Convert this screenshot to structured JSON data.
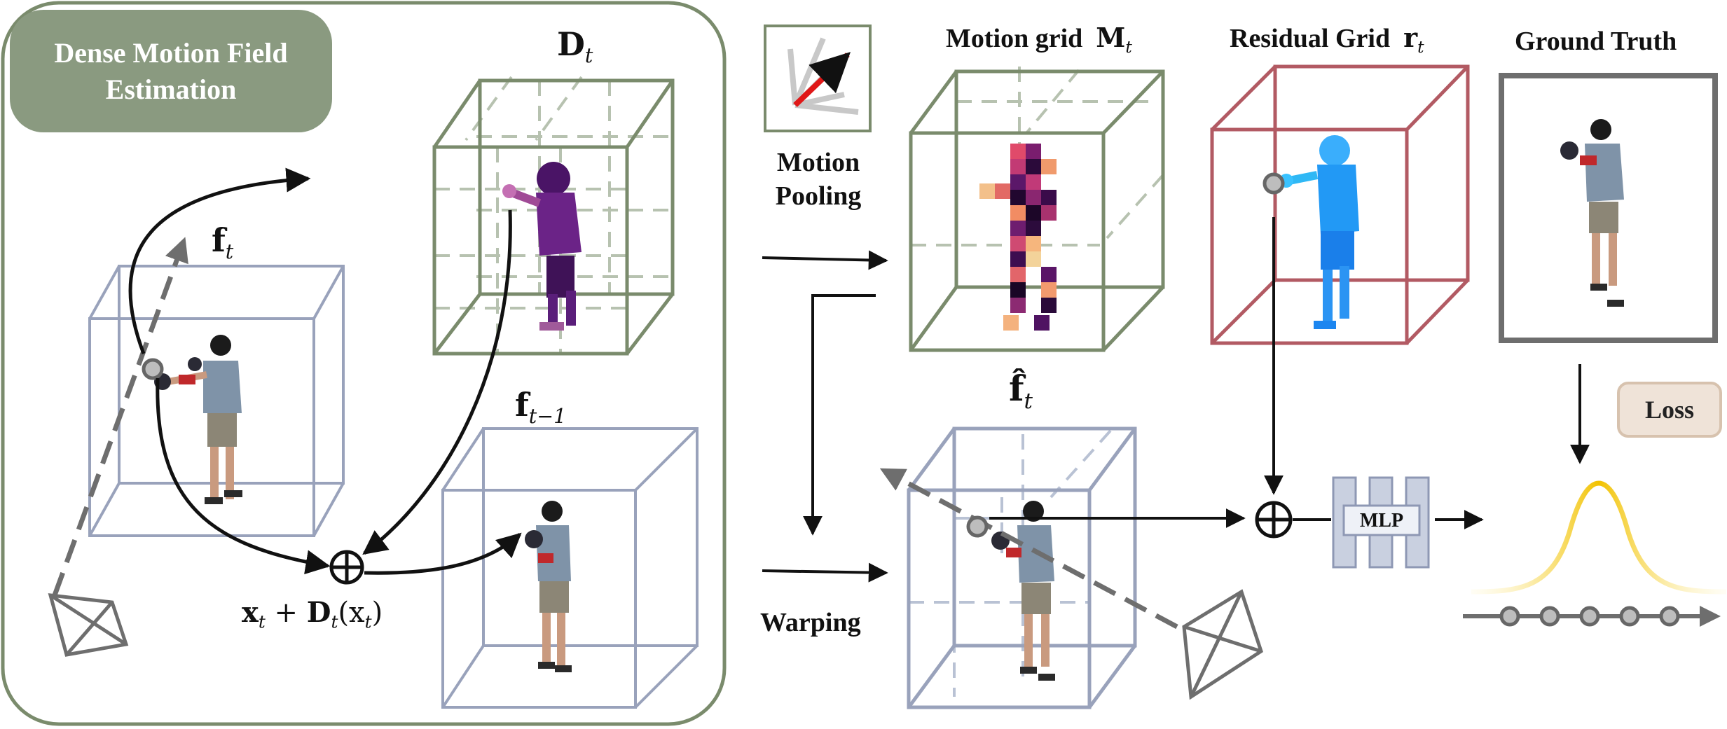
{
  "panel": {
    "title_line1": "Dense Motion Field",
    "title_line2": "Estimation"
  },
  "labels": {
    "ft_bold": "f",
    "ft_sub": "t",
    "Dt_bold": "D",
    "Dt_sub": "t",
    "ft1_bold": "f",
    "ft1_sub": "t−1",
    "warp_eq_x": "x",
    "warp_eq_plus": " + ",
    "warp_eq_D": "D",
    "warp_eq_arg": "(x",
    "warp_eq_close": ")",
    "sub_t": "t",
    "motion_pooling_1": "Motion",
    "motion_pooling_2": "Pooling",
    "motion_grid": "Motion grid",
    "motion_grid_sym": "M",
    "residual_grid": "Residual Grid",
    "residual_grid_sym": "r",
    "ground_truth": "Ground Truth",
    "fhat_bold": "f̂",
    "fhat_sub": "t",
    "warping": "Warping",
    "mlp": "MLP",
    "loss": "Loss"
  },
  "colors": {
    "panel_border": "#7a8b6c",
    "panel_pill": "#8a9a80",
    "cube_blue": "#99a2bb",
    "cube_green": "#7a8b6c",
    "cube_red": "#b25a63",
    "frame_gray": "#6e6e6e",
    "arrow_black": "#111111",
    "gaussian_yellow": "#f2c200",
    "mlp_fill": "#c9d0e0",
    "loss_fill": "#efe3d8"
  }
}
